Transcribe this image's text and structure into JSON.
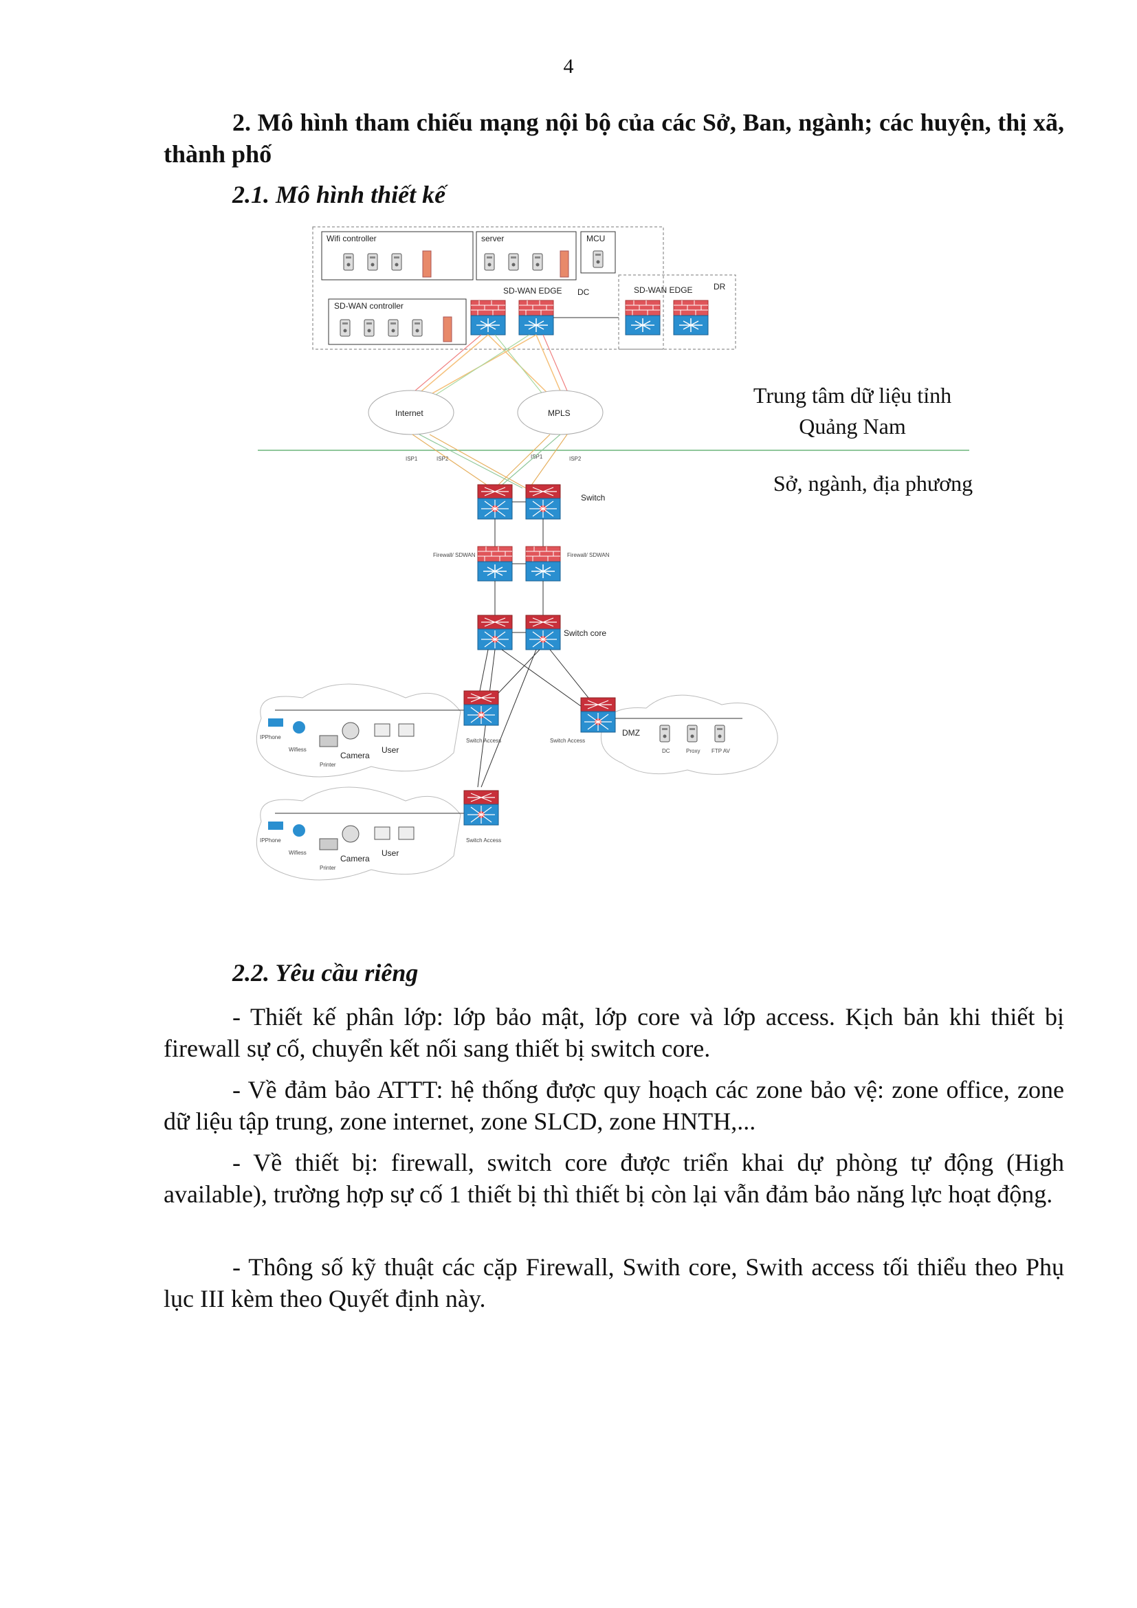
{
  "page_number": "4",
  "section_heading": "2. Mô hình tham chiếu mạng nội bộ của các Sở, Ban, ngành; các huyện, thị xã, thành phố",
  "subsection_1": "2.1. Mô hình thiết kế",
  "diagram": {
    "dc_caption_line1": "Trung tâm dữ liệu tỉnh",
    "dc_caption_line2": "Quảng Nam",
    "local_caption": "Sở, ngành, địa phương",
    "wifi_controller": "Wifi controller",
    "server": "server",
    "mcu": "MCU",
    "sdwan_controller": "SD-WAN controller",
    "sdwan_edge_dc": "SD-WAN EDGE",
    "dc": "DC",
    "sdwan_edge_dr": "SD-WAN EDGE",
    "dr": "DR",
    "internet": "Internet",
    "mpls": "MPLS",
    "isp1_a": "ISP1",
    "isp2_a": "ISP2",
    "isp1_b": "ISP1",
    "isp2_b": "ISP2",
    "switch": "Switch",
    "firewall_left": "Firewall/ SDWAN",
    "firewall_right": "Firewall/ SDWAN",
    "switch_core": "Switch core",
    "switch_access_1": "Switch Access",
    "switch_access_2": "Switch Access",
    "switch_access_dmz": "Switch Access",
    "dmz": "DMZ",
    "dmz_dc": "DC",
    "dmz_proxy": "Proxy",
    "dmz_ftp": "FTP AV",
    "ipphone": "IPPhone",
    "wifi": "Wifiess",
    "printer": "Printer",
    "camera": "Camera",
    "user": "User"
  },
  "subsection_2": "2.2. Yêu cầu riêng",
  "paragraphs": [
    "- Thiết kế phân lớp: lớp bảo mật, lớp core và lớp access. Kịch bản khi thiết bị firewall sự cố, chuyển kết nối sang thiết bị switch core.",
    "- Về đảm bảo ATTT: hệ thống được quy hoạch các zone bảo vệ: zone office, zone dữ liệu tập trung, zone internet, zone SLCD, zone HNTH,...",
    "- Về thiết bị: firewall, switch core được triển khai dự phòng tự động (High available), trường hợp sự cố 1 thiết bị thì thiết bị còn lại vẫn đảm bảo năng lực hoạt động.",
    "- Thông số kỹ thuật các cặp Firewall, Swith core, Swith access tối thiểu theo Phụ lục III kèm theo Quyết định này."
  ],
  "colors": {
    "firewall_red": "#e0555a",
    "device_blue": "#2a8fd0",
    "switch_red": "#c8303a",
    "divider_green": "#8fc79a"
  }
}
